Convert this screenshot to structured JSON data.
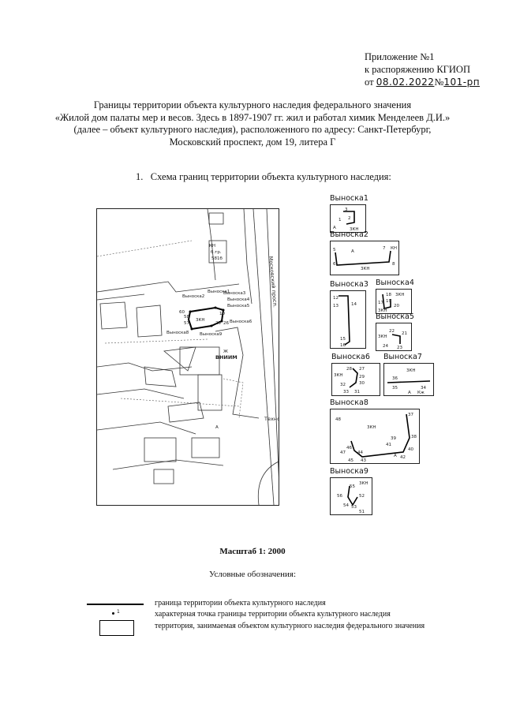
{
  "header": {
    "line1": "Приложение №1",
    "line2": "к распоряжению КГИОП",
    "prefix": "от",
    "date": "08.02.2022",
    "number_sign": "№",
    "number": "101-рп"
  },
  "title": {
    "line1": "Границы территории объекта культурного наследия федерального значения",
    "line2": "«Жилой дом палаты мер и весов. Здесь в 1897-1907 гг. жил и работал химик Менделеев Д.И.»",
    "line3": "(далее – объект культурного наследия), расположенного по адресу: Санкт-Петербург,",
    "line4": "Московский проспект, дом 19, литера Г"
  },
  "section": {
    "number": "1.",
    "text": "Схема границ территории объекта культурного наследия:"
  },
  "map": {
    "street": "Московский просп.",
    "labels": {
      "techno": "Техно",
      "school": "ВНИИМ",
      "kn1": "КН",
      "zkn": "3КН",
      "a": "А",
      "zh": "Ж",
      "b_tr": "б.тр.",
      "num": "581б",
      "v1": "Выноска1",
      "v2": "Выноска2",
      "v3": "Выноска3",
      "v4": "Выноска4",
      "v5": "Выноска5",
      "v6": "Выноска6",
      "v8": "Выноска8",
      "v9": "Выноска9",
      "p10": "10",
      "p25": "25",
      "p26": "26",
      "p57": "57",
      "p58": "58",
      "p60": "60"
    }
  },
  "callouts": {
    "c1": {
      "title": "Выноска1",
      "pts": [
        "3",
        "1",
        "2",
        "3КН"
      ],
      "a": "А"
    },
    "c2": {
      "title": "Выноска2",
      "pts": [
        "5",
        "6",
        "7",
        "8",
        "КН",
        "3КН"
      ],
      "a": "А"
    },
    "c3": {
      "title": "Выноска3",
      "pts": [
        "12",
        "13",
        "14",
        "15",
        "16"
      ]
    },
    "c4": {
      "title": "Выноска4",
      "pts": [
        "18",
        "17",
        "19",
        "20",
        "3КН",
        "3КН"
      ]
    },
    "c5": {
      "title": "Выноска5",
      "pts": [
        "22",
        "21",
        "24",
        "23",
        "3КН"
      ]
    },
    "c6": {
      "title": "Выноска6",
      "pts": [
        "28",
        "27",
        "29",
        "30",
        "32",
        "33",
        "31",
        "3КН"
      ]
    },
    "c7": {
      "title": "Выноска7",
      "pts": [
        "36",
        "35",
        "34",
        "3КН"
      ],
      "a": "А",
      "kzh": "Кж"
    },
    "c8": {
      "title": "Выноска8",
      "pts": [
        "48",
        "37",
        "38",
        "39",
        "40",
        "41",
        "42",
        "43",
        "44",
        "45",
        "46",
        "47",
        "3КН"
      ],
      "a": "А"
    },
    "c9": {
      "title": "Выноска9",
      "pts": [
        "55",
        "56",
        "52",
        "54",
        "53",
        "51",
        "3КН"
      ]
    }
  },
  "scale": {
    "label": "Масштаб 1: 2000"
  },
  "legend": {
    "title": "Условные обозначения:",
    "marker": "1",
    "items": [
      "граница территории объекта культурного наследия",
      "характерная точка границы территории объекта культурного наследия",
      "территория, занимаемая объектом культурного наследия федерального значения"
    ]
  }
}
